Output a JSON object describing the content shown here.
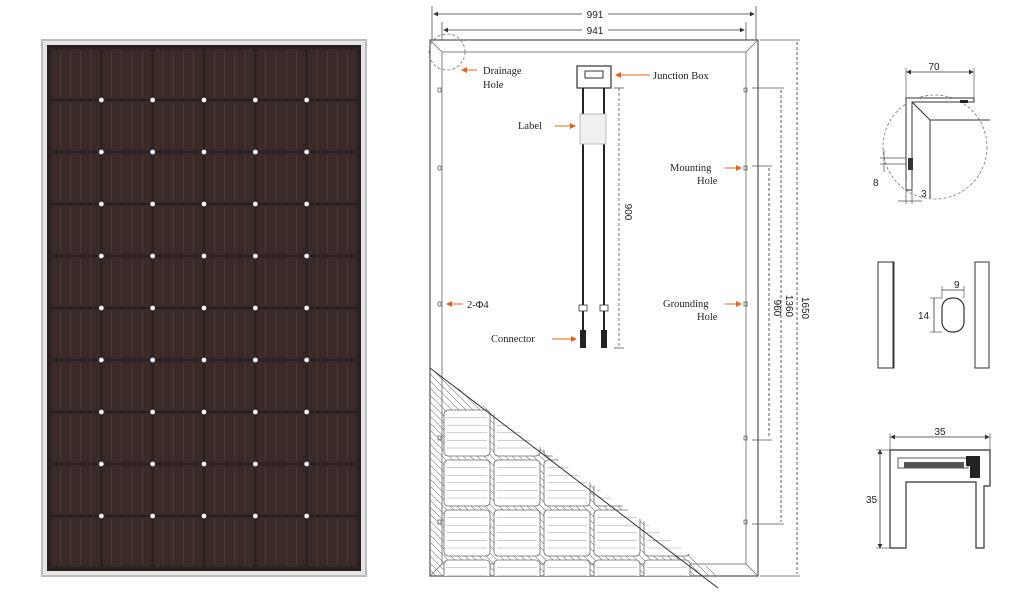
{
  "back_view": {
    "overall_width": "991",
    "inner_width": "941",
    "overall_height": "1650",
    "mount_span_outer": "1360",
    "mount_span_inner": "960",
    "cable_length": "900",
    "labels": {
      "drainage_hole_1": "Drainage",
      "drainage_hole_2": "Hole",
      "junction_box": "Junction Box",
      "label": "Label",
      "mounting_hole_1": "Mounting",
      "mounting_hole_2": "Hole",
      "two_phi4": "2-Φ4",
      "grounding_hole_1": "Grounding",
      "grounding_hole_2": "Hole",
      "connector": "Connector"
    }
  },
  "detail_corner": {
    "width": "70",
    "hole_offset": "8",
    "hole_dia": "3"
  },
  "detail_hole": {
    "width": "9",
    "height": "14"
  },
  "detail_profile": {
    "width": "35",
    "height": "35"
  },
  "colors": {
    "cell": "#3a2a28",
    "frame": "#c9c9c9",
    "callout_arrow": "#e8631a"
  }
}
